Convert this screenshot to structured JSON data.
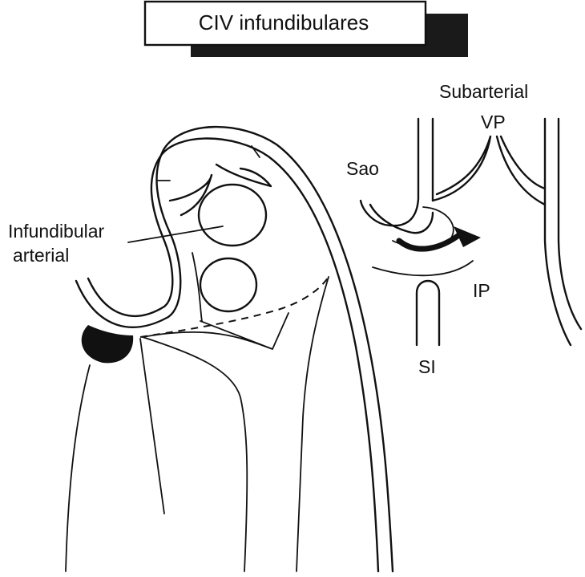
{
  "title": "CIV infundibulares",
  "labels": {
    "infundibular_line1": "Infundibular",
    "infundibular_line2": "arterial",
    "subarterial": "Subarterial",
    "vp": "VP",
    "sao": "Sao",
    "ip": "IP",
    "si": "SI"
  },
  "colors": {
    "ink": "#111111",
    "background": "#ffffff",
    "title_shadow": "#1a1a1a"
  }
}
